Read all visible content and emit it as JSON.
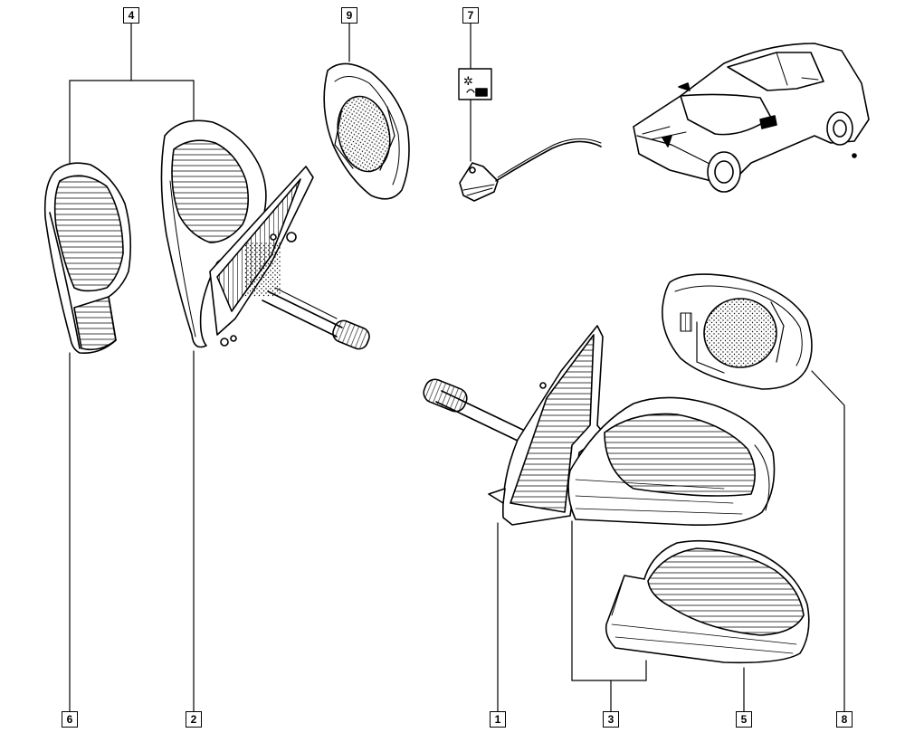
{
  "diagram": {
    "callouts": [
      {
        "id": "c1",
        "label": "1"
      },
      {
        "id": "c2",
        "label": "2"
      },
      {
        "id": "c3",
        "label": "3"
      },
      {
        "id": "c4",
        "label": "4"
      },
      {
        "id": "c5",
        "label": "5"
      },
      {
        "id": "c6",
        "label": "6"
      },
      {
        "id": "c7",
        "label": "7"
      },
      {
        "id": "c8",
        "label": "8"
      },
      {
        "id": "c9",
        "label": "9"
      }
    ],
    "line_color": "#000000",
    "background": "#ffffff",
    "car_badge_color": "#000000",
    "parts": [
      "mirror-cover-left",
      "mirror-assembly-left",
      "mirror-glass-9",
      "wiring-connector-7",
      "car-illustration",
      "mirror-glass-8",
      "mirror-assembly-right",
      "mirror-cover-right"
    ]
  }
}
